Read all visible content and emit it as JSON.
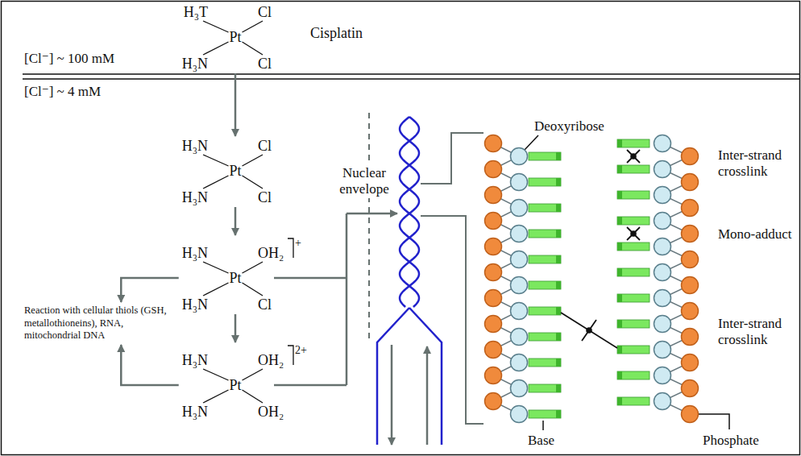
{
  "diagram": {
    "nodes": [
      {
        "text": [
          "H₃T",
          "Cl",
          "Pt",
          "H₃N",
          "Cl",
          "Cisplatin"
        ]
      },
      {
        "text": [
          "H₃N",
          "Cl",
          "Pt",
          "H₃N",
          "Cl"
        ]
      },
      {
        "text": [
          "H₃N",
          "OH₂",
          "+",
          "Pt",
          "H₃N",
          "Cl"
        ]
      },
      {
        "text": [
          "H₃N",
          "OH₂",
          "2+",
          "Pt",
          "H₃N",
          "OH₂"
        ]
      },
      {
        "text": [
          "Reaction with cellular thiols (GSH, metallothioneins), RNA, mitochondrial DNA"
        ]
      }
    ],
    "edges": [
      {
        "from": 0,
        "to": 1,
        "arrow": "to"
      },
      {
        "from": 1,
        "to": 2,
        "arrow": "to"
      },
      {
        "from": 2,
        "to": 3,
        "arrow": "to"
      },
      {
        "from": 2,
        "to": 4,
        "arrow": "to"
      },
      {
        "from": 3,
        "to": 4,
        "arrow": "to"
      }
    ],
    "labels": [
      "[Cl⁻] ~ 100 mM",
      "[Cl⁻] ~ 4 mM",
      "Nuclear envelope",
      "Deoxyribose",
      "Inter-strand crosslink",
      "Mono-adduct",
      "Inter-strand crosslink",
      "Base",
      "Phosphate"
    ]
  }
}
